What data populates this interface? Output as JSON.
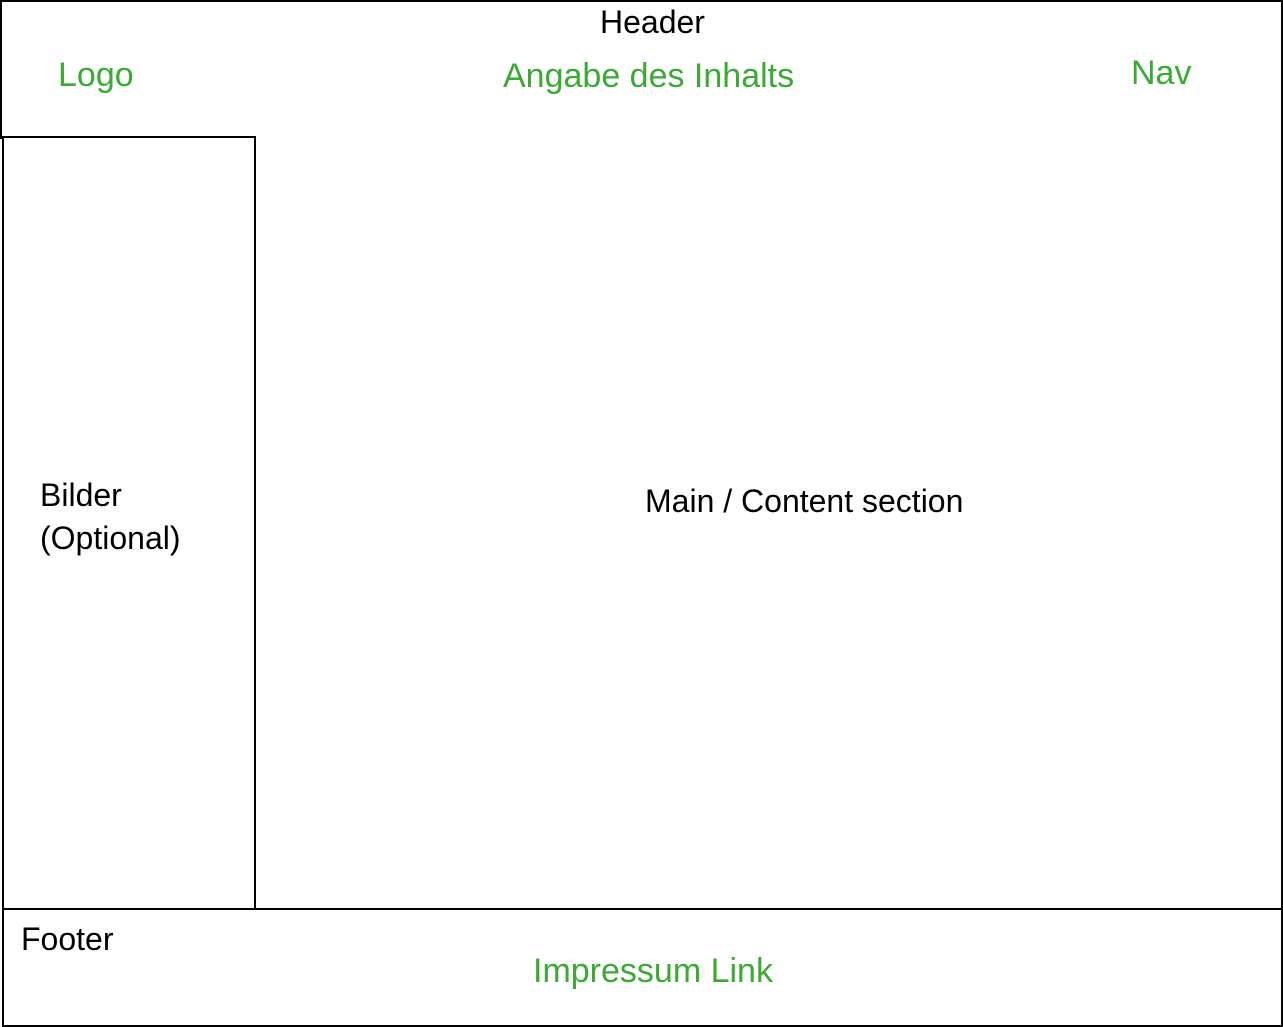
{
  "header": {
    "title": "Header",
    "logo": "Logo",
    "content_description": "Angabe des Inhalts",
    "nav": "Nav"
  },
  "sidebar": {
    "label_line1": "Bilder",
    "label_line2": "(Optional)"
  },
  "main": {
    "label": "Main / Content section"
  },
  "footer": {
    "title": "Footer",
    "impressum_link": "Impressum Link"
  },
  "colors": {
    "outline": "#000000",
    "annotation_green": "#3aaa35",
    "background": "#ffffff"
  }
}
